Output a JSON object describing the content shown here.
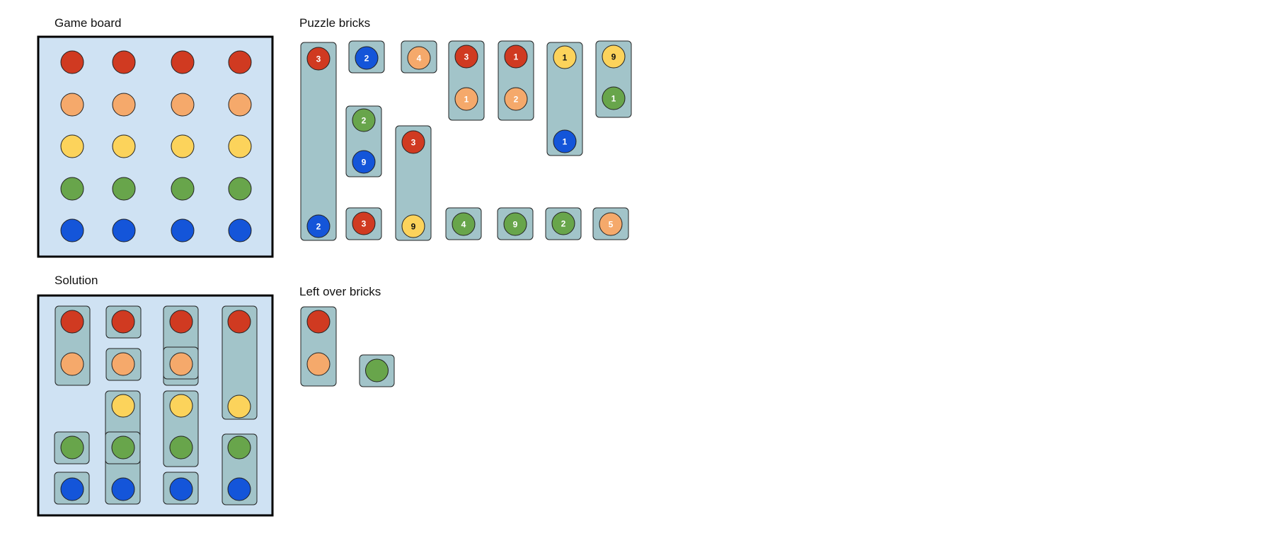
{
  "labels": {
    "game_board": "Game board",
    "puzzle_bricks": "Puzzle bricks",
    "solution": "Solution",
    "left_over_bricks": "Left over bricks"
  },
  "colors": {
    "red": "#d03a21",
    "orange": "#f5a96b",
    "yellow": "#fcd35b",
    "green": "#68a54b",
    "blue": "#1455d9",
    "board_fill": "#cfe2f3",
    "brick_fill": "#a2c4c9",
    "outline": "#000000"
  },
  "game_board": {
    "rows": [
      "red",
      "orange",
      "yellow",
      "green",
      "blue"
    ],
    "columns": 4
  },
  "puzzle_bricks": [
    {
      "id": "brick-1",
      "circles": [
        {
          "color": "red",
          "number": "3"
        },
        {
          "color": "blue",
          "number": "2"
        }
      ]
    },
    {
      "id": "brick-2",
      "circles": [
        {
          "color": "blue",
          "number": "2"
        }
      ]
    },
    {
      "id": "brick-3",
      "circles": [
        {
          "color": "orange",
          "number": "4"
        }
      ]
    },
    {
      "id": "brick-4",
      "circles": [
        {
          "color": "red",
          "number": "3"
        },
        {
          "color": "orange",
          "number": "1"
        }
      ]
    },
    {
      "id": "brick-5",
      "circles": [
        {
          "color": "red",
          "number": "1"
        },
        {
          "color": "orange",
          "number": "2"
        }
      ]
    },
    {
      "id": "brick-6",
      "circles": [
        {
          "color": "yellow",
          "number": "1"
        },
        {
          "color": "blue",
          "number": "1"
        }
      ]
    },
    {
      "id": "brick-7",
      "circles": [
        {
          "color": "yellow",
          "number": "9"
        },
        {
          "color": "green",
          "number": "1"
        }
      ]
    },
    {
      "id": "brick-8",
      "circles": [
        {
          "color": "green",
          "number": "2"
        },
        {
          "color": "blue",
          "number": "9"
        }
      ]
    },
    {
      "id": "brick-9",
      "circles": [
        {
          "color": "red",
          "number": "3"
        },
        {
          "color": "yellow",
          "number": "9"
        }
      ]
    },
    {
      "id": "brick-10",
      "circles": [
        {
          "color": "red",
          "number": "3"
        }
      ]
    },
    {
      "id": "brick-11",
      "circles": [
        {
          "color": "green",
          "number": "4"
        }
      ]
    },
    {
      "id": "brick-12",
      "circles": [
        {
          "color": "green",
          "number": "9"
        }
      ]
    },
    {
      "id": "brick-13",
      "circles": [
        {
          "color": "green",
          "number": "2"
        }
      ]
    },
    {
      "id": "brick-14",
      "circles": [
        {
          "color": "orange",
          "number": "5"
        }
      ]
    }
  ],
  "solution": {
    "rows": [
      "red",
      "orange",
      "yellow",
      "green",
      "blue"
    ],
    "columns": 4
  },
  "left_over_bricks": [
    {
      "id": "leftover-1",
      "circles": [
        {
          "color": "red"
        },
        {
          "color": "orange"
        }
      ]
    },
    {
      "id": "leftover-2",
      "circles": [
        {
          "color": "green"
        }
      ]
    }
  ]
}
